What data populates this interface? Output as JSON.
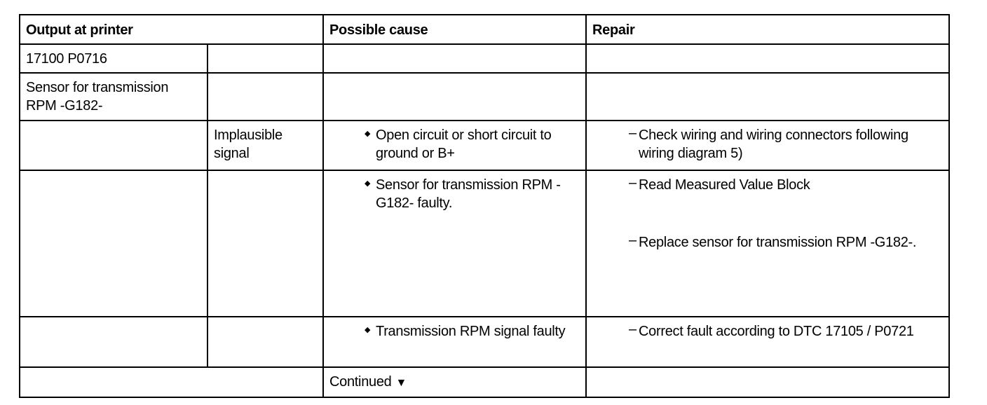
{
  "table": {
    "header": {
      "output": "Output at printer",
      "cause": "Possible cause",
      "repair": "Repair"
    },
    "dtc_code": "17100 P0716",
    "component": "Sensor for transmission RPM -G182-",
    "rows": [
      {
        "signal": "Implausible signal",
        "cause": "Open circuit or short circuit to ground or B+",
        "repairs": [
          "Check wiring and wiring connectors following wiring diagram 5)"
        ]
      },
      {
        "signal": "",
        "cause": "Sensor for transmission RPM -G182- faulty.",
        "repairs": [
          "Read Measured Value Block",
          "Replace sensor for transmission RPM -G182-."
        ]
      },
      {
        "signal": "",
        "cause": "Transmission RPM signal faulty",
        "repairs": [
          "Correct fault according to DTC 17105 / P0721"
        ]
      }
    ],
    "footer": {
      "continued": "Continued",
      "continued_icon": "▼"
    },
    "marks": {
      "bullet": "◆",
      "dash": "–"
    }
  }
}
